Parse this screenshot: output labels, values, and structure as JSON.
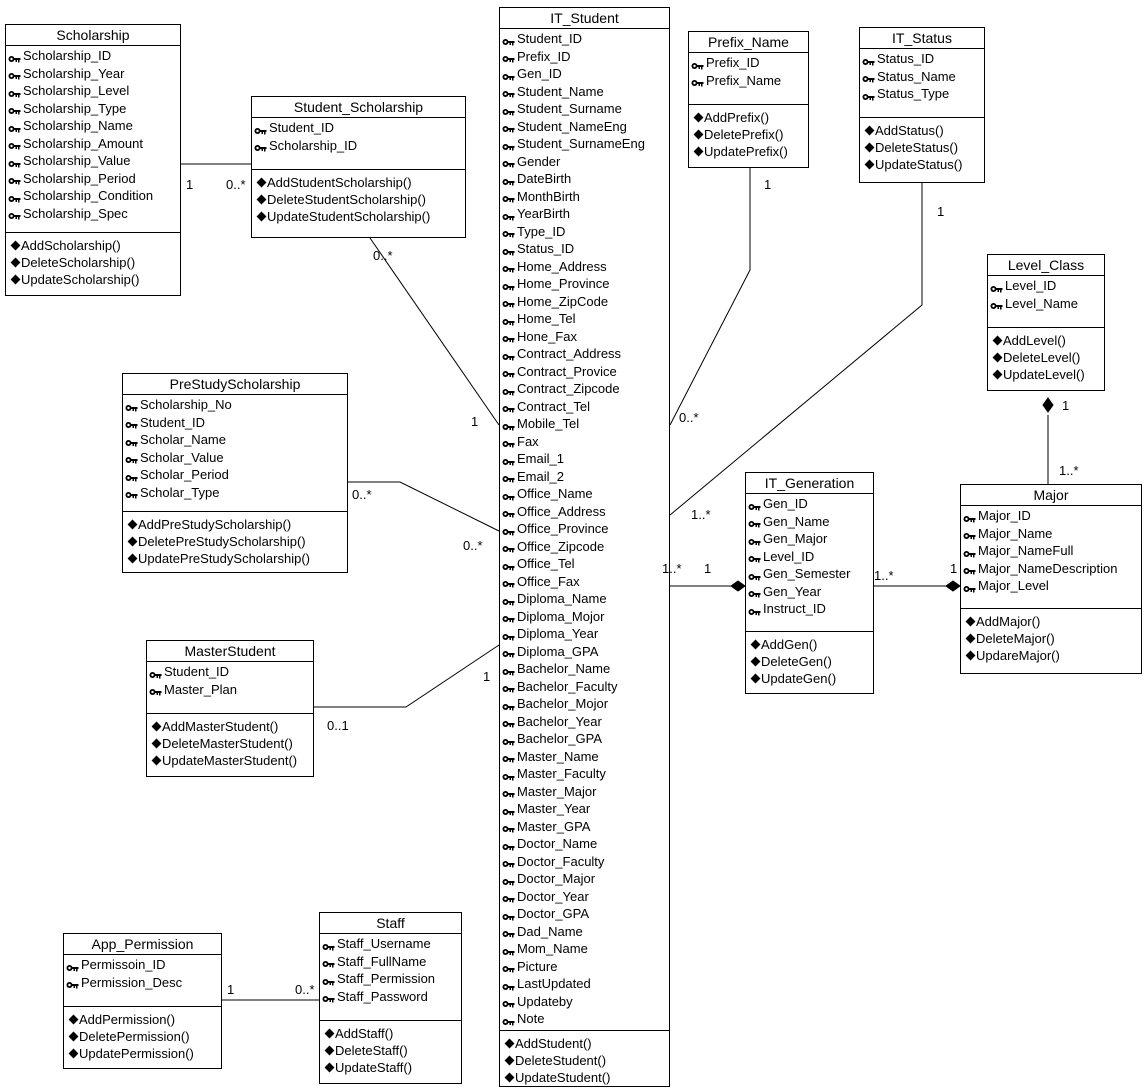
{
  "classes": {
    "scholarship": {
      "name": "Scholarship",
      "attributes": [
        "Scholarship_ID",
        "Scholarship_Year",
        "Scholarship_Level",
        "Scholarship_Type",
        "Scholarship_Name",
        "Scholarship_Amount",
        "Scholarship_Value",
        "Scholarship_Period",
        "Scholarship_Condition",
        "Scholarship_Spec"
      ],
      "operations": [
        "AddScholarship()",
        "DeleteScholarship()",
        "UpdateScholarship()"
      ]
    },
    "student_scholarship": {
      "name": "Student_Scholarship",
      "attributes": [
        "Student_ID",
        "Scholarship_ID"
      ],
      "operations": [
        "AddStudentScholarship()",
        "DeleteStudentScholarship()",
        "UpdateStudentScholarship()"
      ]
    },
    "it_student": {
      "name": "IT_Student",
      "attributes": [
        "Student_ID",
        "Prefix_ID",
        "Gen_ID",
        "Student_Name",
        "Student_Surname",
        "Student_NameEng",
        "Student_SurnameEng",
        "Gender",
        "DateBirth",
        "MonthBirth",
        "YearBirth",
        "Type_ID",
        "Status_ID",
        "Home_Address",
        "Home_Province",
        "Home_ZipCode",
        "Home_Tel",
        "Hone_Fax",
        "Contract_Address",
        "Contract_Provice",
        "Contract_Zipcode",
        "Contract_Tel",
        "Mobile_Tel",
        "Fax",
        "Email_1",
        "Email_2",
        "Office_Name",
        "Office_Address",
        "Office_Province",
        "Office_Zipcode",
        "Office_Tel",
        "Office_Fax",
        "Diploma_Name",
        "Diploma_Mojor",
        "Diploma_Year",
        "Diploma_GPA",
        "Bachelor_Name",
        "Bachelor_Faculty",
        "Bachelor_Mojor",
        "Bachelor_Year",
        "Bachelor_GPA",
        "Master_Name",
        "Master_Faculty",
        "Master_Major",
        "Master_Year",
        "Master_GPA",
        "Doctor_Name",
        "Doctor_Faculty",
        "Doctor_Major",
        "Doctor_Year",
        "Doctor_GPA",
        "Dad_Name",
        "Mom_Name",
        "Picture",
        "LastUpdated",
        "Updateby",
        "Note"
      ],
      "operations": [
        "AddStudent()",
        "DeleteStudent()",
        "UpdateStudent()"
      ]
    },
    "prefix_name": {
      "name": "Prefix_Name",
      "attributes": [
        "Prefix_ID",
        "Prefix_Name"
      ],
      "operations": [
        "AddPrefix()",
        "DeletePrefix()",
        "UpdatePrefix()"
      ]
    },
    "it_status": {
      "name": "IT_Status",
      "attributes": [
        "Status_ID",
        "Status_Name",
        "Status_Type"
      ],
      "operations": [
        "AddStatus()",
        "DeleteStatus()",
        "UpdateStatus()"
      ]
    },
    "level_class": {
      "name": "Level_Class",
      "attributes": [
        "Level_ID",
        "Level_Name"
      ],
      "operations": [
        "AddLevel()",
        "DeleteLevel()",
        "UpdateLevel()"
      ]
    },
    "prestudy_scholarship": {
      "name": "PreStudyScholarship",
      "attributes": [
        "Scholarship_No",
        "Student_ID",
        "Scholar_Name",
        "Scholar_Value",
        "Scholar_Period",
        "Scholar_Type"
      ],
      "operations": [
        "AddPreStudyScholarship()",
        "DeletePreStudyScholarship()",
        "UpdatePreStudyScholarship()"
      ]
    },
    "it_generation": {
      "name": "IT_Generation",
      "attributes": [
        "Gen_ID",
        "Gen_Name",
        "Gen_Major",
        "Level_ID",
        "Gen_Semester",
        "Gen_Year",
        "Instruct_ID"
      ],
      "operations": [
        "AddGen()",
        "DeleteGen()",
        "UpdateGen()"
      ]
    },
    "major": {
      "name": "Major",
      "attributes": [
        "Major_ID",
        "Major_Name",
        "Major_NameFull",
        "Major_NameDescription",
        "Major_Level"
      ],
      "operations": [
        "AddMajor()",
        "DeleteMajor()",
        "UpdareMajor()"
      ]
    },
    "master_student": {
      "name": "MasterStudent",
      "attributes": [
        "Student_ID",
        "Master_Plan"
      ],
      "operations": [
        "AddMasterStudent()",
        "DeleteMasterStudent()",
        "UpdateMasterStudent()"
      ]
    },
    "app_permission": {
      "name": "App_Permission",
      "attributes": [
        "Permissoin_ID",
        "Permission_Desc"
      ],
      "operations": [
        "AddPermission()",
        "DeletePermission()",
        "UpdatePermission()"
      ]
    },
    "staff": {
      "name": "Staff",
      "attributes": [
        "Staff_Username",
        "Staff_FullName",
        "Staff_Permission",
        "Staff_Password"
      ],
      "operations": [
        "AddStaff()",
        "DeleteStaff()",
        "UpdateStaff()"
      ]
    }
  },
  "multiplicities": {
    "sch_one": "1",
    "sch_many": "0..*",
    "ss_many": "0..*",
    "student_ss": "1",
    "prefix_one": "1",
    "status_one": "1",
    "student_prefix_many": "0..*",
    "student_status_many": "1..*",
    "level_one": "1",
    "major_many": "1..*",
    "pre_many_1": "0..*",
    "pre_many_2": "0..*",
    "student_gen_many": "1..*",
    "gen_one": "1",
    "gen_many": "1..*",
    "major_one": "1",
    "master_one": "1",
    "master_zero_one": "0..1",
    "perm_one": "1",
    "perm_many": "0..*"
  },
  "icons": {
    "attribute": "attribute-key-icon",
    "operation": "operation-diamond-icon"
  },
  "colors": {
    "line": "#000000",
    "background": "#ffffff"
  }
}
